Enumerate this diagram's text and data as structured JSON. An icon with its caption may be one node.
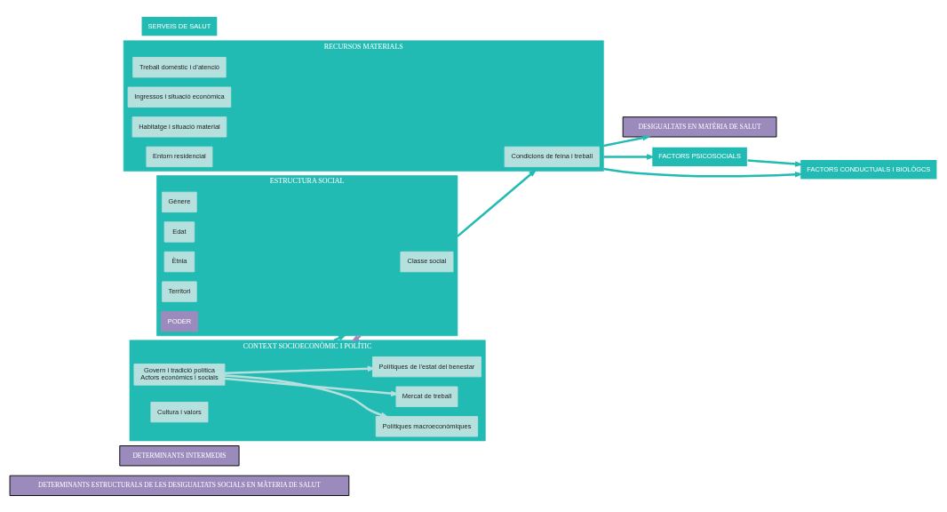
{
  "diagram": {
    "nodes": [
      {
        "text": [
          "DETERMINANTS ESTRUCTURALS DE LES DESIGUALTATS SOCIALS EN MÀTERIA DE SALUT"
        ]
      },
      {
        "text": [
          "DETERMINANTS INTERMEDIS"
        ]
      },
      {
        "text": [
          "DESIGUALTATS EN MATÈRIA DE SALUT"
        ]
      },
      {
        "text": [
          "CONTEXT SOCIOECONÒMIC I POLÍTIC"
        ]
      },
      {
        "text": [
          "Govern i tradició política",
          "Actors econòmics i socials"
        ],
        "in": 3
      },
      {
        "text": [
          "Polítiques macroeconòmiques"
        ],
        "in": 3
      },
      {
        "text": [
          "Mercat de treball"
        ],
        "in": 3
      },
      {
        "text": [
          "Polítiques de l’estat del benestar"
        ],
        "in": 3
      },
      {
        "text": [
          "Cultura i valors"
        ],
        "in": 3
      },
      {
        "text": [
          "ESTRUCTURA SOCIAL"
        ]
      },
      {
        "text": [
          "Classe social"
        ],
        "in": 9
      },
      {
        "text": [
          "Gènere"
        ],
        "in": 9
      },
      {
        "text": [
          "Edat"
        ],
        "in": 9
      },
      {
        "text": [
          "Ètnia"
        ],
        "in": 9
      },
      {
        "text": [
          "Territori"
        ],
        "in": 9
      },
      {
        "text": [
          "PODER"
        ],
        "in": 9
      },
      {
        "text": [
          "RECURSOS MATERIALS"
        ]
      },
      {
        "text": [
          "Condicions de feina i treball"
        ],
        "in": 16
      },
      {
        "text": [
          "Treball domèstic i d’atenció"
        ],
        "in": 16
      },
      {
        "text": [
          "Ingressos i situació econòmica"
        ],
        "in": 16
      },
      {
        "text": [
          "Habitatge i situació material"
        ],
        "in": 16
      },
      {
        "text": [
          "Entorn residencial"
        ],
        "in": 16
      },
      {
        "text": [
          "FACTORS PSICOSOCIALS"
        ]
      },
      {
        "text": [
          "FACTORS CONDUCTUALS I BIOLÒGCS"
        ]
      },
      {
        "text": [
          "SERVEIS DE SALUT"
        ]
      }
    ],
    "edges": [
      {
        "from": 4,
        "to": 5,
        "arrow": "to",
        "color": "#b5e0dd"
      },
      {
        "from": 4,
        "to": 6,
        "arrow": "to",
        "color": "#b5e0dd"
      },
      {
        "from": 4,
        "to": 7,
        "arrow": "to",
        "color": "#b5e0dd"
      },
      {
        "from": 3,
        "to": 9,
        "arrow": "to"
      },
      {
        "from": 9,
        "to": 3,
        "arrow": "to",
        "color": "#9b8bbd"
      },
      {
        "from": 9,
        "to": 16,
        "arrow": "to"
      },
      {
        "from": 16,
        "to": 2,
        "arrow": "to"
      },
      {
        "from": 16,
        "to": 22,
        "arrow": "to"
      },
      {
        "from": 16,
        "to": 23,
        "arrow": "to"
      },
      {
        "from": 22,
        "to": 23,
        "arrow": "to"
      }
    ]
  }
}
